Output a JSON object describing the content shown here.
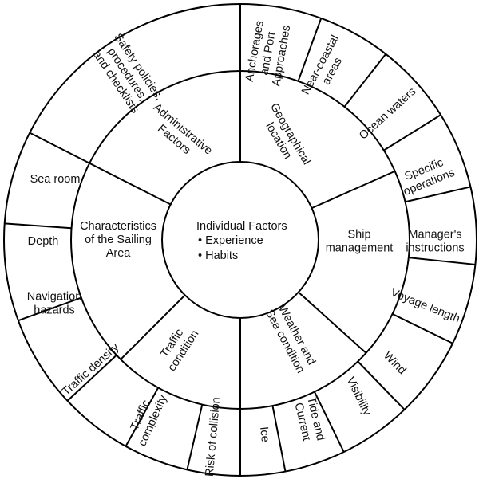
{
  "center": {
    "title": "Individual Factors",
    "bullets": [
      "• Experience",
      "• Habits"
    ]
  },
  "inner_ring": [
    {
      "lines": [
        "Geographical",
        "location"
      ]
    },
    {
      "lines": [
        "Ship",
        "management"
      ]
    },
    {
      "lines": [
        "Weather and",
        "Sea condition"
      ]
    },
    {
      "lines": [
        "Traffic",
        "condition"
      ]
    },
    {
      "lines": [
        "Characteristics",
        "of the Sailing",
        "Area"
      ]
    },
    {
      "lines": [
        "Administrative",
        "Factors"
      ]
    }
  ],
  "outer_ring": [
    {
      "lines": [
        "Anchorages",
        "and Port",
        "Approaches"
      ]
    },
    {
      "lines": [
        "Near-coastal",
        "areas"
      ]
    },
    {
      "lines": [
        "Ocean waters"
      ]
    },
    {
      "lines": [
        "Specific",
        "operations"
      ]
    },
    {
      "lines": [
        "Manager's",
        "instructions"
      ]
    },
    {
      "lines": [
        "Voyage length"
      ]
    },
    {
      "lines": [
        "Wind"
      ]
    },
    {
      "lines": [
        "Visibility"
      ]
    },
    {
      "lines": [
        "Tide and",
        "Current"
      ]
    },
    {
      "lines": [
        "Ice"
      ]
    },
    {
      "lines": [
        "Risk of collision"
      ]
    },
    {
      "lines": [
        "Traffic",
        "complexity"
      ]
    },
    {
      "lines": [
        "Traffic density"
      ]
    },
    {
      "lines": [
        "Navigation",
        "hazards"
      ]
    },
    {
      "lines": [
        "Depth"
      ]
    },
    {
      "lines": [
        "Sea room"
      ]
    },
    {
      "lines": [
        "Safety policies,",
        "procedures,",
        "and checklists"
      ]
    }
  ]
}
